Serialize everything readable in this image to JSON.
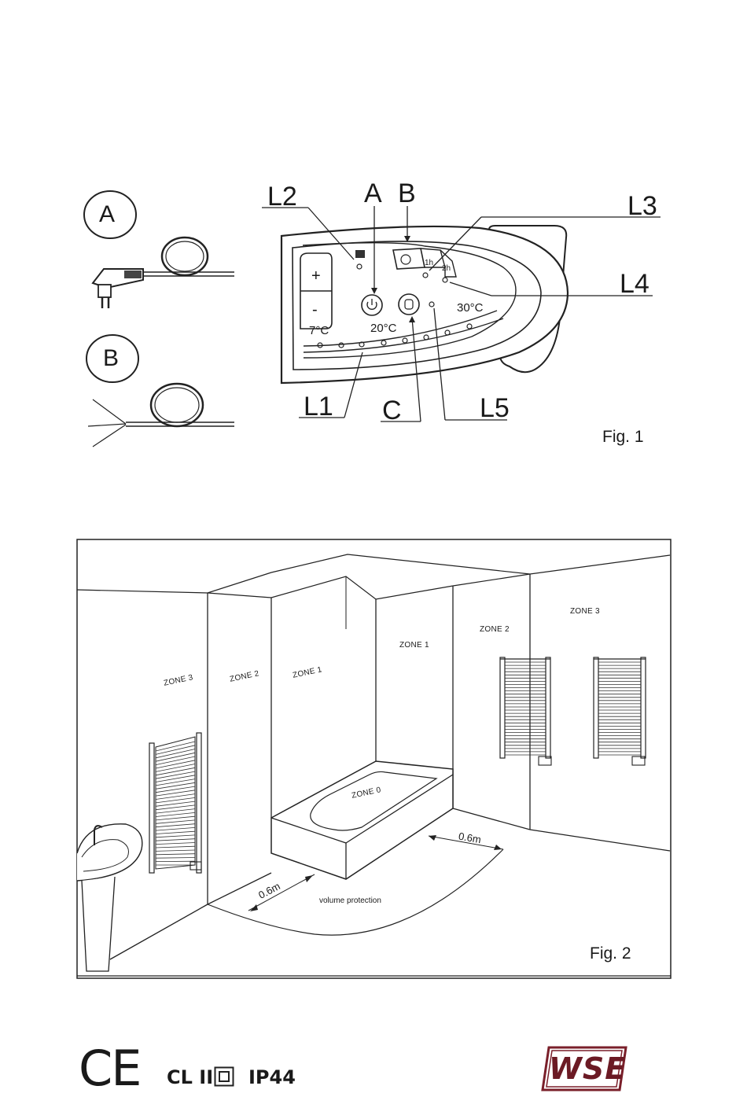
{
  "fig1": {
    "caption": "Fig. 1",
    "options": {
      "a": "A",
      "b": "B"
    },
    "callouts": {
      "l2": "L2",
      "a": "A",
      "b": "B",
      "l3": "L3",
      "l4": "L4",
      "l1": "L1",
      "c": "C",
      "l5": "L5"
    },
    "panel": {
      "plus": "+",
      "minus": "-",
      "t_min": "7°C",
      "t_mid": "20°C",
      "t_max": "30°C",
      "timer_1h": "1h",
      "timer_2h": "2h"
    }
  },
  "fig2": {
    "caption": "Fig. 2",
    "zones": {
      "left_zone3": "ZONE 3",
      "left_zone2": "ZONE 2",
      "left_zone1": "ZONE 1",
      "back_zone1": "ZONE 1",
      "right_zone2": "ZONE 2",
      "right_zone3": "ZONE 3",
      "zone0": "ZONE 0"
    },
    "distance_left": "0.6m",
    "distance_right": "0.6m",
    "volume": "volume protection"
  },
  "footer": {
    "ce": "CE",
    "class": "CL II",
    "ip": "IP44",
    "brand": "WSE"
  }
}
